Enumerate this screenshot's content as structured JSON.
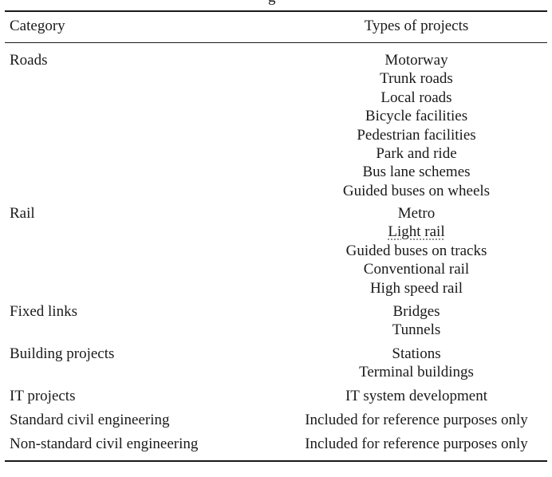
{
  "caption_fragment": "g",
  "table": {
    "headers": {
      "category": "Category",
      "types": "Types of projects"
    },
    "rows": [
      {
        "category": "Roads",
        "types": [
          "Motorway",
          "Trunk roads",
          "Local roads",
          "Bicycle facilities",
          "Pedestrian facilities",
          "Park and ride",
          "Bus lane schemes",
          "Guided buses on wheels"
        ]
      },
      {
        "category": "Rail",
        "types": [
          "Metro",
          "Light rail",
          "Guided buses on tracks",
          "Conventional rail",
          "High speed rail"
        ]
      },
      {
        "category": "Fixed links",
        "types": [
          "Bridges",
          "Tunnels"
        ]
      },
      {
        "category": "Building projects",
        "types": [
          "Stations",
          "Terminal buildings"
        ]
      },
      {
        "category": "IT projects",
        "types": [
          "IT system development"
        ]
      },
      {
        "category": "Standard civil engineering",
        "types": [
          "Included for reference purposes only"
        ]
      },
      {
        "category": "Non-standard civil engineering",
        "types": [
          "Included for reference purposes only"
        ]
      }
    ]
  }
}
